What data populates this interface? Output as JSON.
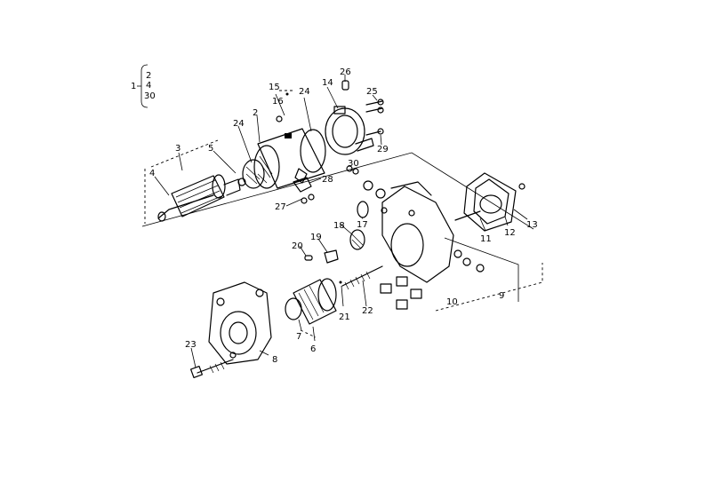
{
  "assembly_key": {
    "parent": "1",
    "children": [
      "2",
      "4",
      "30"
    ]
  },
  "callouts": {
    "c2": "2",
    "c3": "3",
    "c4": "4",
    "c5": "5",
    "c6": "6",
    "c7": "7",
    "c8": "8",
    "c9": "9",
    "c10": "10",
    "c11": "11",
    "c12": "12",
    "c13": "13",
    "c14": "14",
    "c15": "15",
    "c16": "16",
    "c17": "17",
    "c18": "18",
    "c19": "19",
    "c20": "20",
    "c21": "21",
    "c22": "22",
    "c23": "23",
    "c24a": "24",
    "c24b": "24",
    "c25": "25",
    "c26": "26",
    "c27": "27",
    "c28": "28",
    "c29": "29",
    "c30": "30"
  }
}
